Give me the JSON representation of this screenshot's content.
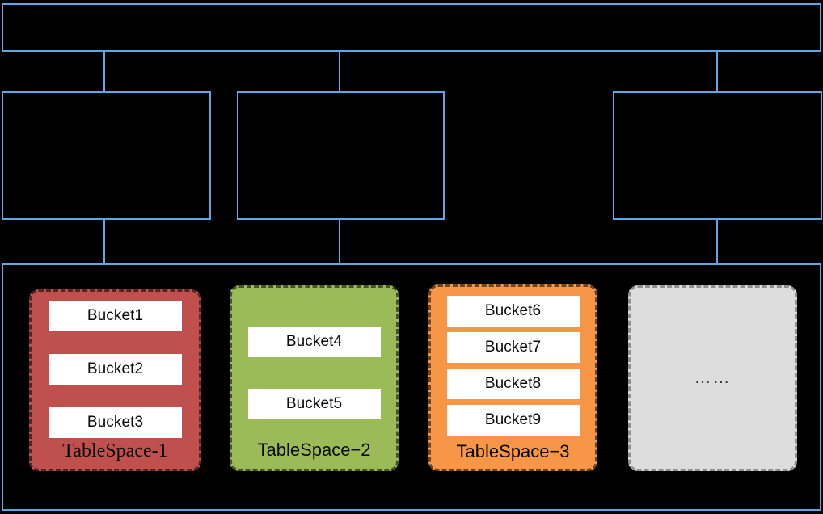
{
  "theme": {
    "background": "#000000",
    "outline_blue": "#5fa8e8",
    "bucket_fill": "#ffffff",
    "bucket_text": "#0a0a0a",
    "label_text": "#0a0a0a",
    "dash_border": "rgba(0,0,0,0.55)"
  },
  "diagram": {
    "title": "",
    "top_container": {
      "label": "",
      "fill": "#000000",
      "stroke": "#5fa8e8"
    },
    "middle_nodes": [
      {
        "label": "",
        "fill": "#000000",
        "stroke": "#5fa8e8"
      },
      {
        "label": "",
        "fill": "#000000",
        "stroke": "#5fa8e8"
      },
      {
        "label": "",
        "fill": "#000000",
        "stroke": "#5fa8e8"
      }
    ],
    "bottom_container": {
      "label": "",
      "fill": "#000000",
      "stroke": "#5fa8e8"
    },
    "tablespaces": [
      {
        "label": "TableSpace-1",
        "label_font": "serif",
        "color": "#c0504d",
        "buckets": [
          "Bucket1",
          "Bucket2",
          "Bucket3"
        ],
        "placeholder": false
      },
      {
        "label": "TableSpace−2",
        "label_font": "sans",
        "color": "#9bbb59",
        "buckets": [
          "Bucket4",
          "Bucket5"
        ],
        "placeholder": false
      },
      {
        "label": "TableSpace−3",
        "label_font": "sans",
        "color": "#f79646",
        "buckets": [
          "Bucket6",
          "Bucket7",
          "Bucket8",
          "Bucket9"
        ],
        "placeholder": false
      },
      {
        "label": "",
        "label_font": "sans",
        "color": "#dddddd",
        "buckets": [],
        "placeholder": true,
        "placeholder_text": "……"
      }
    ]
  }
}
